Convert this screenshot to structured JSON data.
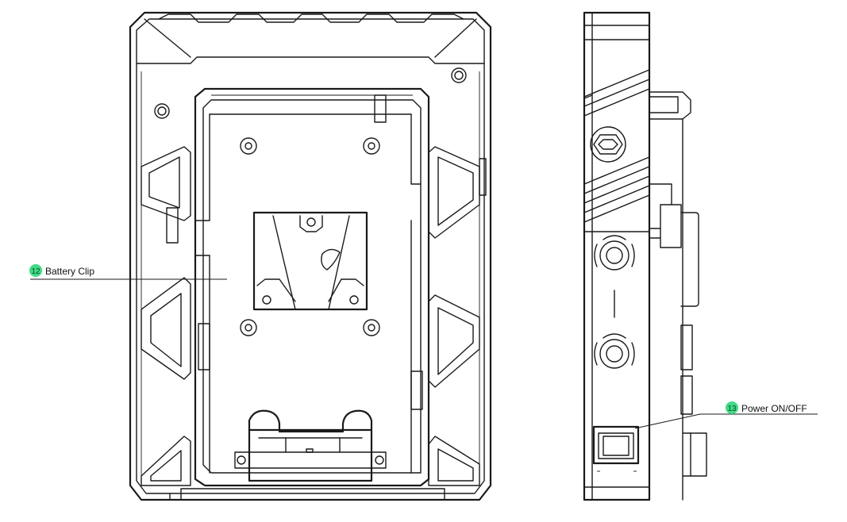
{
  "callouts": [
    {
      "number": "12",
      "label": "Battery Clip"
    },
    {
      "number": "13",
      "label": "Power ON/OFF"
    }
  ],
  "colors": {
    "badge": "#3ddc84",
    "line": "#1a1a1a",
    "background": "#ffffff"
  }
}
